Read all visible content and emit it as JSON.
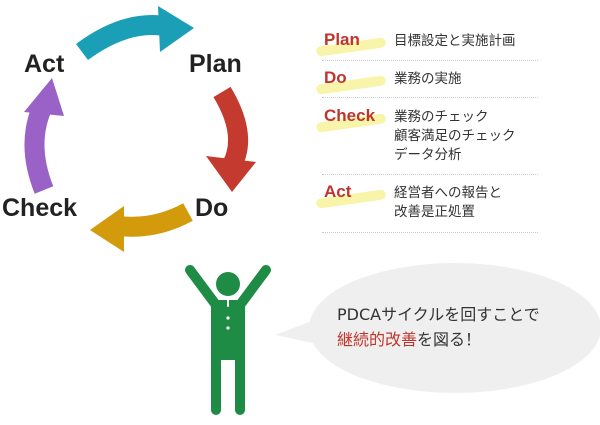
{
  "cycle": {
    "plan": "Plan",
    "do": "Do",
    "check": "Check",
    "act": "Act"
  },
  "colors": {
    "plan_arrow": "#1a9fb6",
    "do_arrow": "#c43a2f",
    "check_arrow": "#d39b0b",
    "act_arrow": "#9a62c6",
    "person": "#1f8c45",
    "accent": "#c0352b"
  },
  "legend": [
    {
      "key": "Plan",
      "desc": "目標設定と実施計画"
    },
    {
      "key": "Do",
      "desc": "業務の実施"
    },
    {
      "key": "Check",
      "desc": "業務のチェック\n顧客満足のチェック\nデータ分析"
    },
    {
      "key": "Act",
      "desc": "経営者への報告と\n改善是正処置"
    }
  ],
  "bubble": {
    "line1": "PDCAサイクルを回すことで",
    "highlight": "継続的改善",
    "line2_rest": "を図る！"
  }
}
